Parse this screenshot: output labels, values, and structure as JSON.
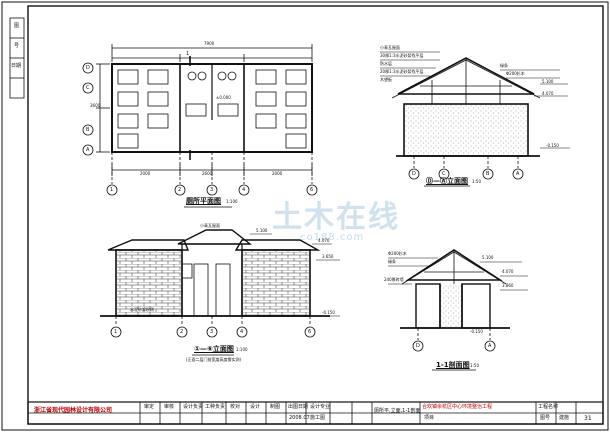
{
  "titles": {
    "plan": "厕所平面图",
    "plan_scale": "1:100",
    "elev_d_a": "Ⓓ—Ⓐ立面图",
    "elev_d_a_scale": "1:50",
    "elev_1_6": "①—⑥立面图",
    "elev_1_6_scale": "1:100",
    "elev_1_6_note": "(正面二层门前宽度高度需实测)",
    "section": "1-1剖面图",
    "section_scale": "1:50"
  },
  "axes": {
    "numbers": [
      "1",
      "2",
      "3",
      "4",
      "6"
    ],
    "letters": [
      "A",
      "B",
      "C",
      "D"
    ]
  },
  "plan_dims": {
    "top_total": "7900",
    "seg1": "2000",
    "seg2": "2600",
    "seg3": "2000",
    "left_total": "3600"
  },
  "levels": {
    "ridge": "5.100",
    "eave": "4.070",
    "top_a": "3.860",
    "mid_a": "3.650",
    "floor": "±0.000",
    "ground": "-0.150"
  },
  "roof_notes": {
    "tile": "小青瓦屋面",
    "layer_a": "30厚1:3水泥砂浆找平层",
    "layer_b": "防水层",
    "layer_c": "20厚1:3水泥砂浆找平层",
    "board": "木望板",
    "rafter": "椽条",
    "beam": "Φ200杉木",
    "wall": "240厚砖墙",
    "slope": "水泥砂浆粉刷"
  },
  "watermark": {
    "brand": "土木在线",
    "url": "co188.com"
  },
  "left_strip": [
    "图",
    "号",
    "日期"
  ],
  "title_block": {
    "company": "浙江省现代园林设计有限公司",
    "roles": [
      "审定",
      "审核",
      "设计负责",
      "工种负责",
      "校对",
      "设计",
      "制图"
    ],
    "date_label": "出图日期",
    "date": "2008.07",
    "stage_label": "设计专业",
    "stage": "施工图",
    "drawing_title": "厕所平,立面,1-1剖面",
    "project_label": "工程名称",
    "project": "合欢镇余杭区中心环境整治工程",
    "item_label": "项目",
    "no_label": "图号",
    "no": "建施",
    "sheet": "31"
  }
}
